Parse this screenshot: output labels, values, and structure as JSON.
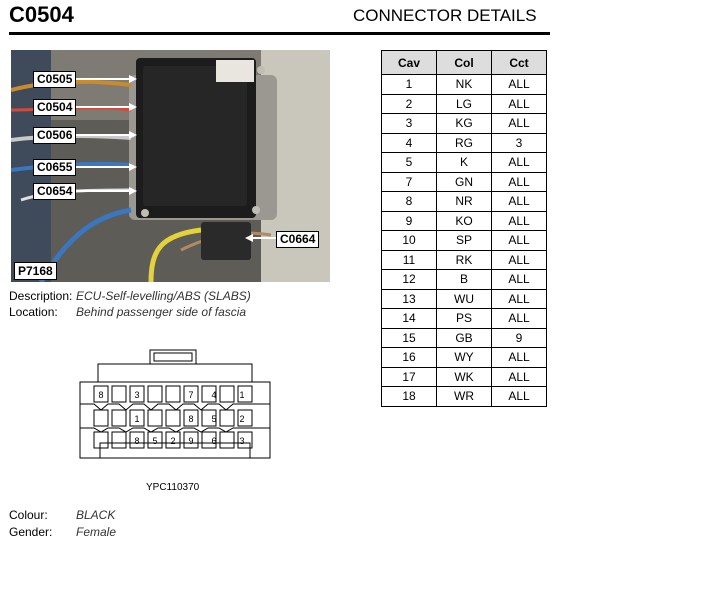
{
  "header": {
    "connector_id": "C0504",
    "title": "CONNECTOR DETAILS"
  },
  "photo": {
    "id": "P7168",
    "callouts": [
      "C0505",
      "C0504",
      "C0506",
      "C0655",
      "C0654",
      "C0664"
    ]
  },
  "description": {
    "label": "Description:",
    "value": "ECU-Self-levelling/ABS (SLABS)"
  },
  "location": {
    "label": "Location:",
    "value": "Behind passenger side of fascia"
  },
  "connector_face": {
    "part_number": "YPC110370",
    "pin_numbers": [
      "8",
      "3",
      "7",
      "4",
      "1",
      "1",
      "8",
      "5",
      "2",
      "8",
      "5",
      "2",
      "9",
      "6",
      "3"
    ]
  },
  "colour": {
    "label": "Colour:",
    "value": "BLACK"
  },
  "gender": {
    "label": "Gender:",
    "value": "Female"
  },
  "table": {
    "headers": [
      "Cav",
      "Col",
      "Cct"
    ],
    "rows": [
      [
        "1",
        "NK",
        "ALL"
      ],
      [
        "2",
        "LG",
        "ALL"
      ],
      [
        "3",
        "KG",
        "ALL"
      ],
      [
        "4",
        "RG",
        "3"
      ],
      [
        "5",
        "K",
        "ALL"
      ],
      [
        "7",
        "GN",
        "ALL"
      ],
      [
        "8",
        "NR",
        "ALL"
      ],
      [
        "9",
        "KO",
        "ALL"
      ],
      [
        "10",
        "SP",
        "ALL"
      ],
      [
        "11",
        "RK",
        "ALL"
      ],
      [
        "12",
        "B",
        "ALL"
      ],
      [
        "13",
        "WU",
        "ALL"
      ],
      [
        "14",
        "PS",
        "ALL"
      ],
      [
        "15",
        "GB",
        "9"
      ],
      [
        "16",
        "WY",
        "ALL"
      ],
      [
        "17",
        "WK",
        "ALL"
      ],
      [
        "18",
        "WR",
        "ALL"
      ]
    ]
  }
}
